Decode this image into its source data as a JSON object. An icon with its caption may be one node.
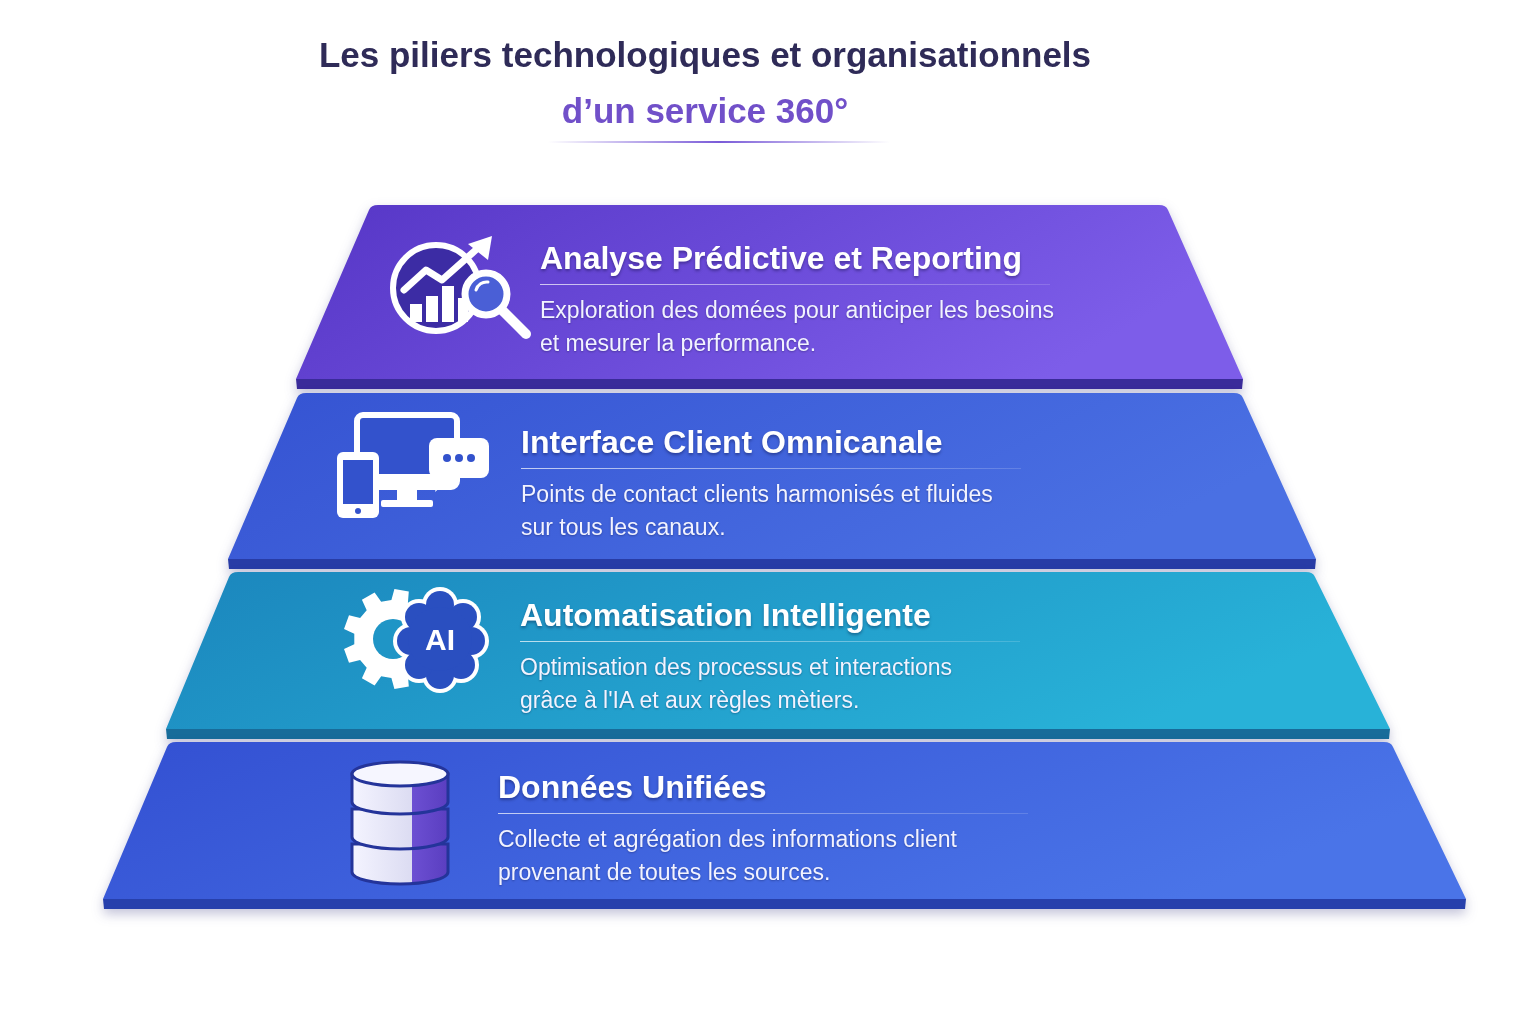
{
  "diagram": {
    "title": "Les piliers technologiques et organisationnels d’un service 360°",
    "nodes": [
      {
        "text": [
          "Analyse Prédictive et Reporting",
          "Exploration des domées pour anticiper les besoins et mesurer la performance."
        ]
      },
      {
        "text": [
          "Interface Client Omnicanale",
          "Points de contact clients harmonisés et fluides sur tous les canaux."
        ]
      },
      {
        "text": [
          "Automatisation Intelligente",
          "Optimisation des processus et interactions grâce à l'IA et aux règles mètiers."
        ]
      },
      {
        "text": [
          "Données Unifiées",
          "Collecte et agrégation des informations client provenant de toutes les sources."
        ]
      }
    ],
    "labels": [
      "AI"
    ]
  }
}
